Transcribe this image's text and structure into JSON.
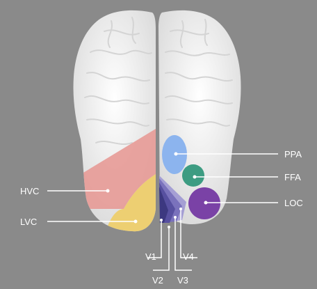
{
  "regions": {
    "PPA": {
      "label": "PPA",
      "color": "#8cb4ee"
    },
    "FFA": {
      "label": "FFA",
      "color": "#3d9c82"
    },
    "LOC": {
      "label": "LOC",
      "color": "#7a42a6"
    },
    "HVC": {
      "label": "HVC",
      "color": "#e79a96"
    },
    "LVC": {
      "label": "LVC",
      "color": "#edcd6c"
    },
    "V1": {
      "label": "V1",
      "color": "#3c3880"
    },
    "V2": {
      "label": "V2",
      "color": "#5750a0"
    },
    "V3": {
      "label": "V3",
      "color": "#7a72bc"
    },
    "V4": {
      "label": "V4",
      "color": "#a59fd4"
    }
  },
  "background_color": "#8a8a8a",
  "brain_color": "#f2f2f2"
}
